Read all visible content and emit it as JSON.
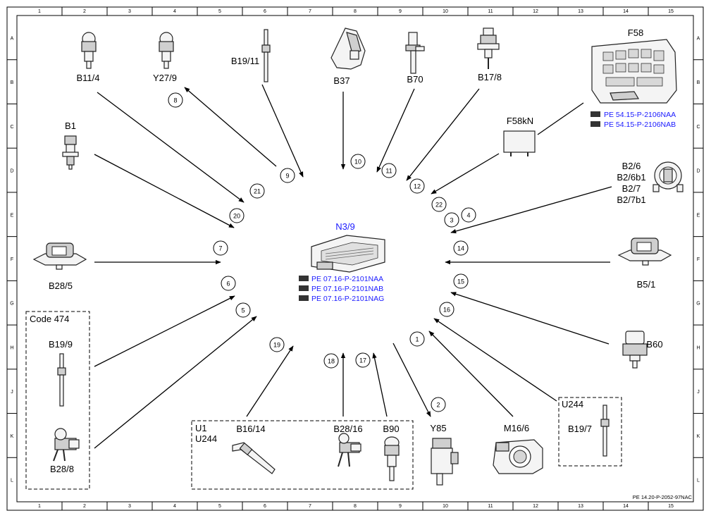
{
  "module": {
    "label": "N3/9",
    "refs": [
      "PE 07.16-P-2101NAA",
      "PE 07.16-P-2101NAB",
      "PE 07.16-P-2101NAG"
    ]
  },
  "fuse_box": {
    "label": "F58",
    "refs": [
      "PE 54.15-P-2106NAA",
      "PE 54.15-P-2106NAB"
    ]
  },
  "components": {
    "b11_4": "B11/4",
    "y27_9": "Y27/9",
    "b19_11": "B19/11",
    "b37": "B37",
    "b70": "B70",
    "b17_8": "B17/8",
    "b1": "B1",
    "f58kn": "F58kN",
    "b2_group": [
      "B2/6",
      "B2/6b1",
      "B2/7",
      "B2/7b1"
    ],
    "b28_5": "B28/5",
    "b5_1": "B5/1",
    "b60": "B60",
    "b19_9": "B19/9",
    "b28_8": "B28/8",
    "b16_14": "B16/14",
    "b28_16": "B28/16",
    "b90": "B90",
    "y85": "Y85",
    "m16_6": "M16/6",
    "b19_7": "B19/7"
  },
  "groups": {
    "code474": "Code 474",
    "u1": "U1",
    "u244": "U244",
    "u244_right": "U244"
  },
  "connections": [
    "1",
    "2",
    "3",
    "4",
    "5",
    "6",
    "7",
    "8",
    "9",
    "10",
    "11",
    "12",
    "14",
    "15",
    "16",
    "17",
    "18",
    "19",
    "20",
    "21",
    "22"
  ],
  "ruler": {
    "columns": [
      "1",
      "2",
      "3",
      "4",
      "5",
      "6",
      "7",
      "8",
      "9",
      "10",
      "11",
      "12",
      "13",
      "14",
      "15"
    ],
    "rows": [
      "A",
      "B",
      "C",
      "D",
      "E",
      "F",
      "G",
      "H",
      "J",
      "K",
      "L"
    ]
  },
  "footer_ref": "PE 14.20-P-2052-97NAC"
}
